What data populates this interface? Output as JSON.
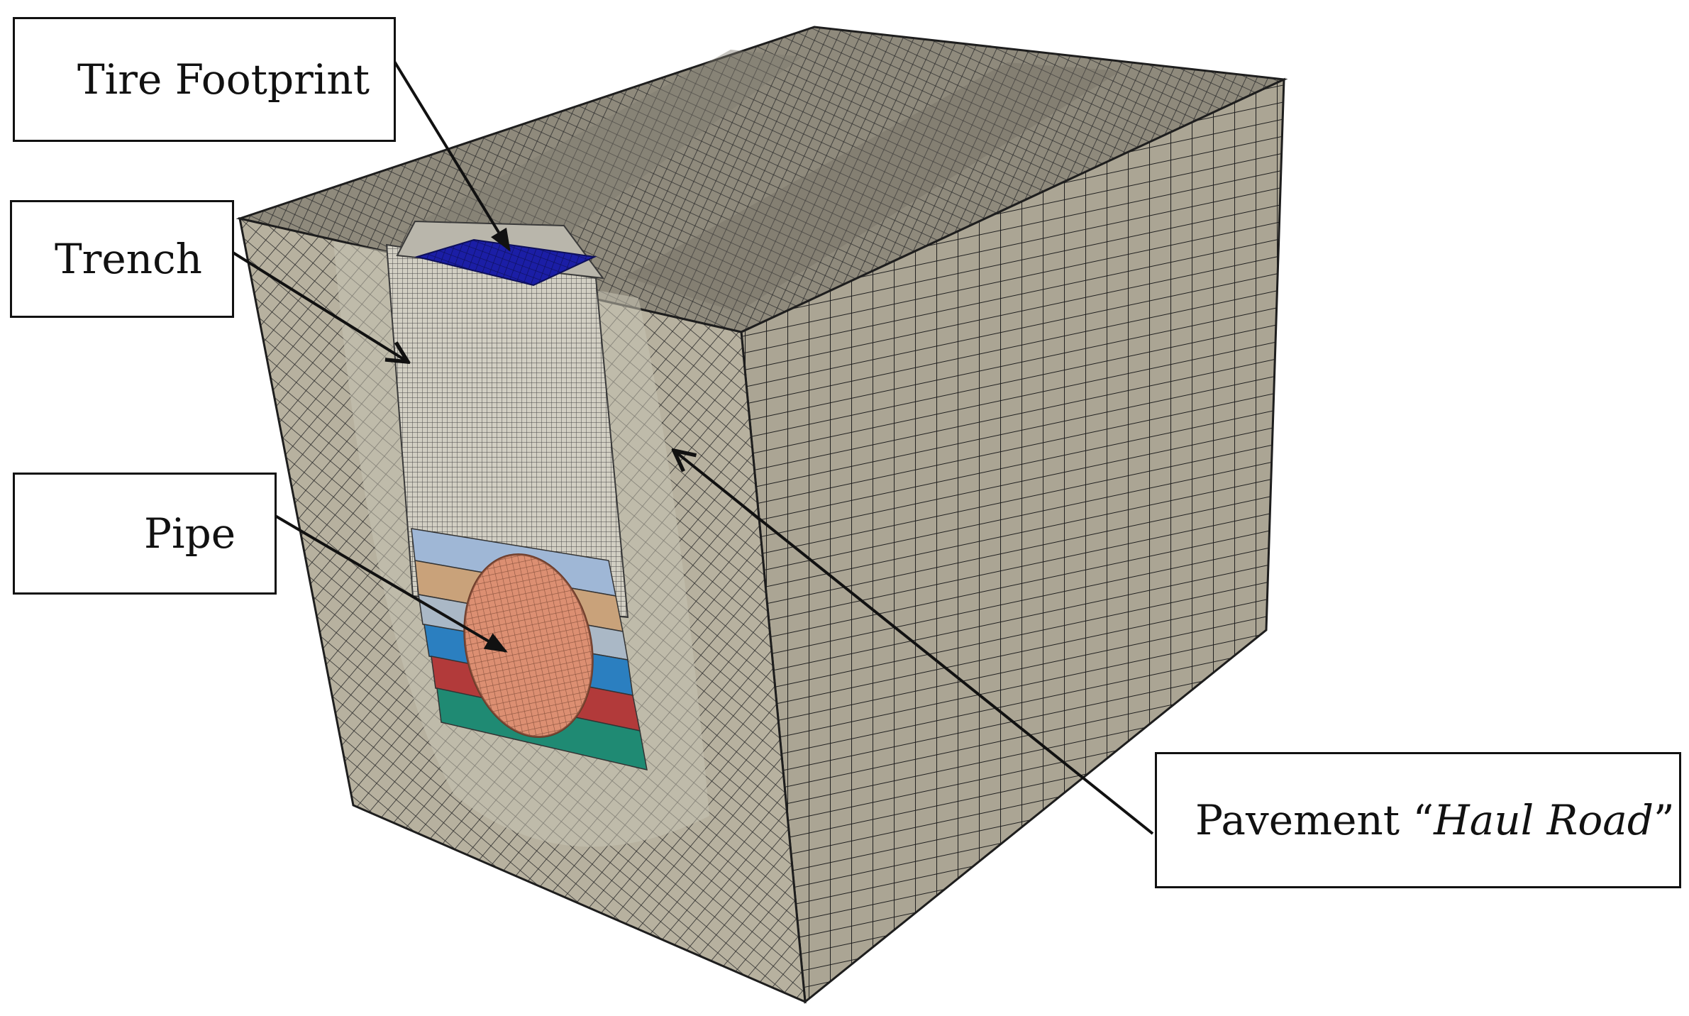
{
  "labels": {
    "tire_footprint": "Tire Footprint",
    "trench": "Trench",
    "pipe": "Pipe",
    "pavement_prefix": "Pavement “",
    "pavement_italic": "Haul Road",
    "pavement_suffix": "”"
  },
  "colors": {
    "soil": "#bdb7a6",
    "soil_top": "#9d9888",
    "soil_side": "#aba594",
    "mesh_line": "#1e1e1e",
    "trench_fill": "#c6c3b6",
    "tire_footprint": "#1b1ea6",
    "pipe": "#d98a6c",
    "layer_light_blue": "#9fb7d6",
    "layer_tan": "#c9a27a",
    "layer_gray_blue": "#aab8c6",
    "layer_blue": "#2b7fc0",
    "layer_red": "#b23a3a",
    "layer_green": "#1f8a73",
    "arrow": "#111111"
  }
}
